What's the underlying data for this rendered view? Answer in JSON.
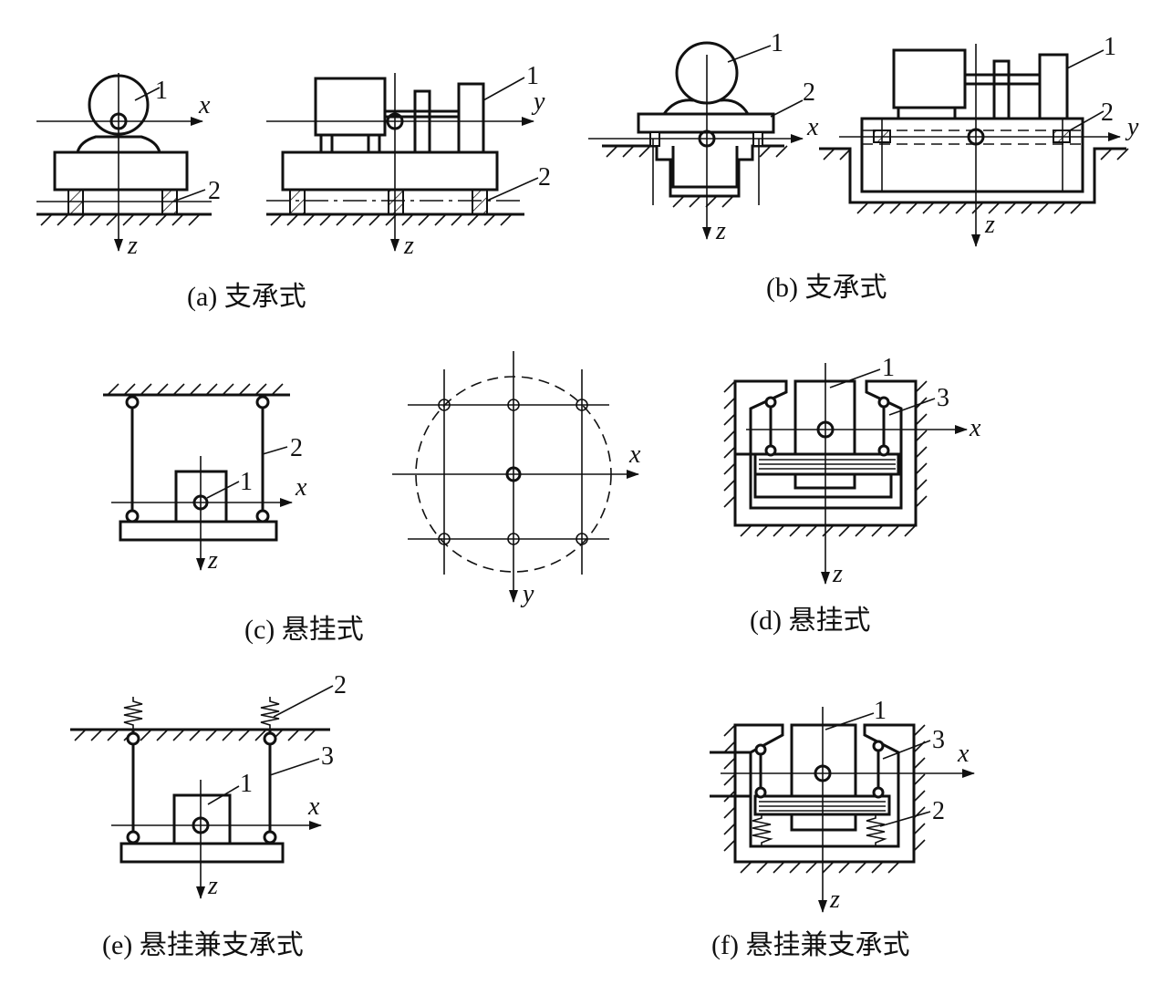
{
  "captions": {
    "a": "(a) 支承式",
    "b": "(b) 支承式",
    "c": "(c) 悬挂式",
    "d": "(d) 悬挂式",
    "e": "(e) 悬挂兼支承式",
    "f": "(f) 悬挂兼支承式"
  },
  "labels": {
    "one": "1",
    "two": "2",
    "three": "3"
  },
  "axes": {
    "x": "x",
    "y": "y",
    "z": "z"
  }
}
